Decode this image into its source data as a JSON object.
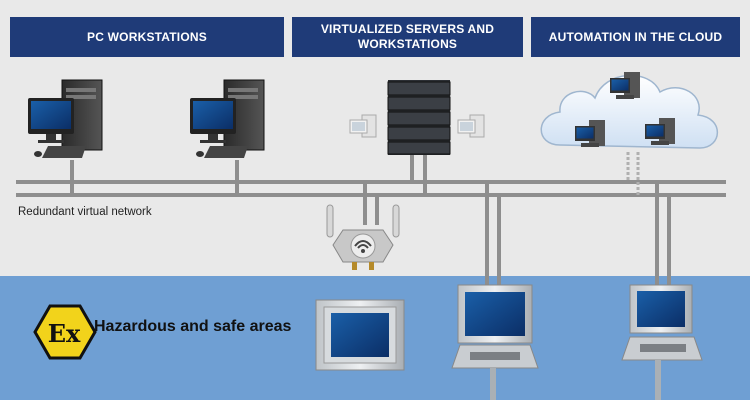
{
  "headers": {
    "pc_workstations": "PC WORKSTATIONS",
    "virtualized": "VIRTUALIZED SERVERS AND WORKSTATIONS",
    "automation_cloud": "AUTOMATION IN THE CLOUD"
  },
  "network_label": "Redundant virtual network",
  "hazard_label": "Hazardous and safe areas",
  "ex_symbol_text": "Ex",
  "colors": {
    "header_bg": "#1f3b78",
    "upper_bg": "#e9e9e9",
    "lower_bg": "#6f9fd3",
    "network_line": "#8e8e8e",
    "hazard_yellow": "#f2d31b"
  },
  "icons": [
    "pc-workstation-icon",
    "server-rack-icon",
    "cloud-icon",
    "wireless-access-point-icon",
    "panel-pc-icon",
    "operator-console-icon",
    "ex-hazard-icon"
  ]
}
